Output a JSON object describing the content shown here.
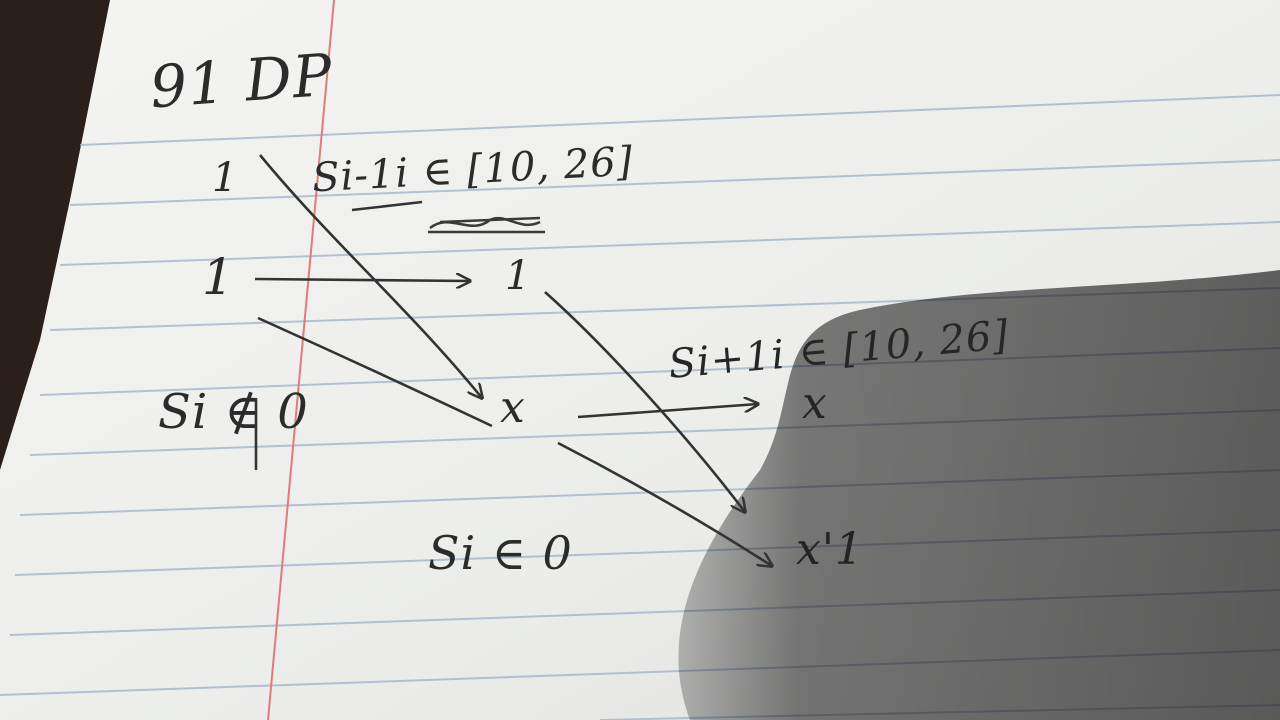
{
  "photo": {
    "subject": "handwritten-notes-on-lined-paper",
    "paper_color": "#f0f0ee",
    "rule_line_color": "#9fb0c8",
    "margin_line_color": "#e27a7a",
    "ink_color": "#2b2b2b",
    "shadow_color": "#3a3a3a"
  },
  "notes": {
    "title": "91 DP",
    "one_top": "1",
    "one_mid": "1",
    "one_right": "1",
    "cond_top": "Si-1i ∈ [10, 26]",
    "cond_right": "Si+1i ∈ [10, 26]",
    "si_left": "Si ∉ 0",
    "x_mid": "x",
    "x_right": "x",
    "si_bottom": "Si ∈ 0",
    "x_prime": "x'1"
  }
}
